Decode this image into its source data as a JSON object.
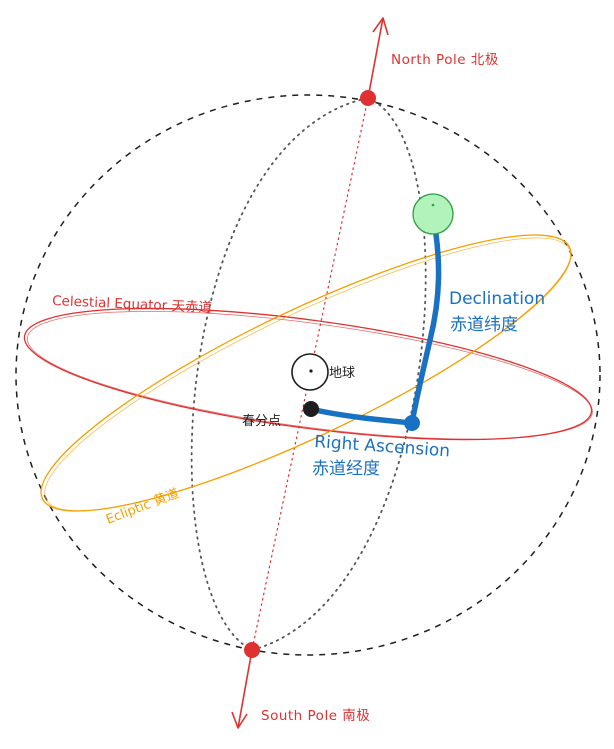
{
  "labels": {
    "north_pole": "North Pole 北极",
    "south_pole": "South Pole 南极",
    "celestial_equator": "Celestial Equator 天赤道",
    "ecliptic": "Ecliptic 黄道",
    "earth": "地球",
    "vernal_equinox": "春分点",
    "declination_en": "Declination",
    "declination_zh": "赤道纬度",
    "right_ascension_en": "Right Ascension",
    "right_ascension_zh": "赤道经度"
  },
  "colors": {
    "red": "#e03131",
    "orange": "#f59f00",
    "blue": "#1971c2",
    "green_fill": "#b2f2bb",
    "green_stroke": "#2f9e44",
    "black": "#1e1e1e",
    "gray": "#555555"
  }
}
